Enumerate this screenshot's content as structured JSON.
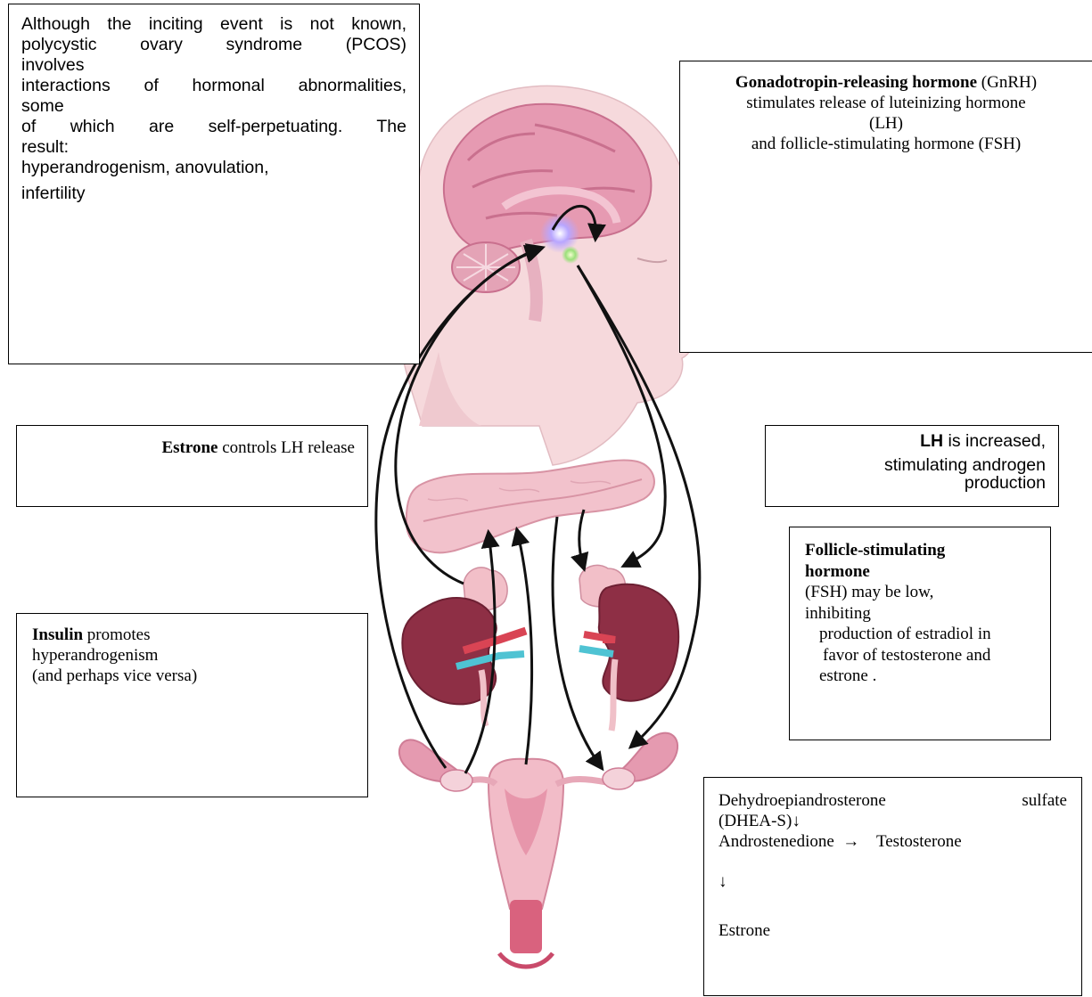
{
  "intro": {
    "lines": [
      "Although the inciting event is not known,",
      "polycystic ovary syndrome (PCOS)",
      "involves",
      "interactions of hormonal abnormalities,",
      "some",
      "of which are self-perpetuating. The",
      "result:",
      "hyperandrogenism, anovulation,",
      "infertility"
    ]
  },
  "gnrh": {
    "bold": "Gonadotropin-releasing hormone",
    "line1_rest": " (GnRH)",
    "line2": "stimulates release of luteinizing hormone",
    "line3": "(LH)",
    "line4": "and follicle-stimulating hormone (FSH)"
  },
  "estrone_box": {
    "bold": "Estrone",
    "rest": " controls LH release"
  },
  "lh_box": {
    "bold": "LH",
    "rest": " is increased,",
    "line2": "stimulating androgen",
    "line3": "production"
  },
  "fsh_box": {
    "bold_line1": "Follicle-stimulating",
    "bold_line2": "hormone",
    "line3": "(FSH) may be low,",
    "line4": "inhibiting",
    "line5": "production of estradiol in",
    "line6": "favor of testosterone and",
    "line7": "estrone ."
  },
  "insulin_box": {
    "bold": "Insulin",
    "rest": " promotes",
    "line2": "hyperandrogenism",
    "line3": "(and perhaps vice versa)"
  },
  "steroid_box": {
    "line1_left": "Dehydroepiandrosterone",
    "line1_right": "sulfate",
    "line2": "(DHEA-S)↓",
    "line3": "Androstenedione  →    Testosterone",
    "arrow_down": "↓",
    "line5": "Estrone"
  },
  "colors": {
    "skin": "#f6d9dc",
    "brain": "#e69ab2",
    "gland": "#efb3c2",
    "kidney": "#8e2f45",
    "vessel_blue": "#4fc3d3",
    "vessel_red": "#d94454",
    "arrow": "#111111"
  }
}
